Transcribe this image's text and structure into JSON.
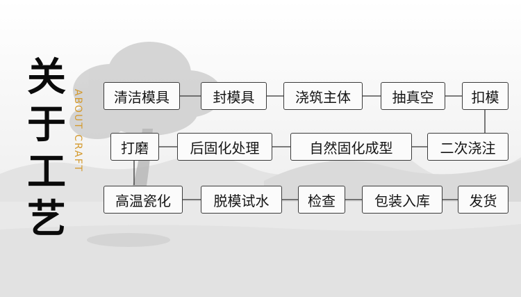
{
  "title": {
    "chars": [
      "关",
      "于",
      "工",
      "艺"
    ],
    "subtitle": "ABOUT CRAFT"
  },
  "colors": {
    "accent": "#d49a2e",
    "box_border": "#3a3a3a",
    "text": "#151515"
  },
  "steps": {
    "row1": [
      "清洁模具",
      "封模具",
      "浇筑主体",
      "抽真空",
      "扣模"
    ],
    "row2": [
      "打磨",
      "后固化处理",
      "自然固化成型",
      "二次浇注"
    ],
    "row3": [
      "高温瓷化",
      "脱模试水",
      "检查",
      "包装入库",
      "发货"
    ]
  }
}
